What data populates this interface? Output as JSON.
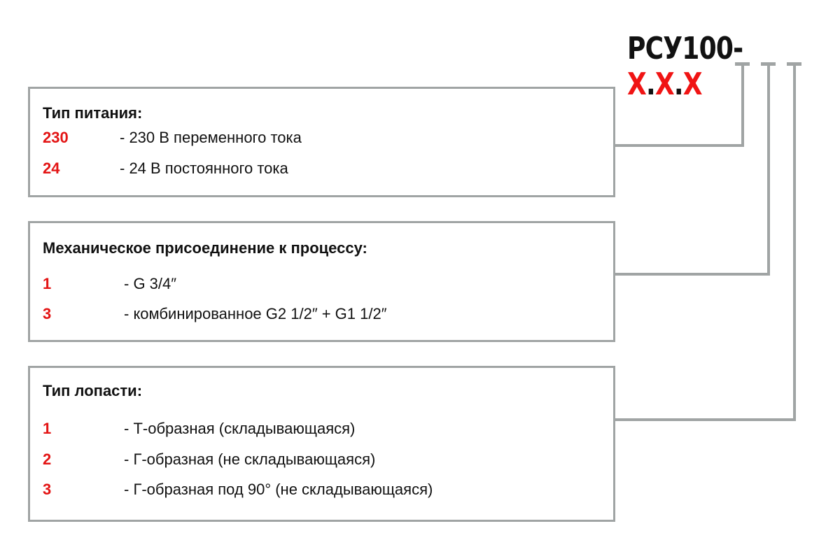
{
  "title": {
    "prefix": "РСУ100-",
    "x1": "X",
    "dot1": ".",
    "x2": "X",
    "dot2": ".",
    "x3": "X"
  },
  "colors": {
    "accent": "#f01414",
    "line": "#a0a4a4"
  },
  "groups": [
    {
      "heading": "Тип питания:",
      "items": [
        {
          "code": "230",
          "desc": "- 230 В переменного тока"
        },
        {
          "code": "24",
          "desc": "- 24 В постоянного тока"
        }
      ]
    },
    {
      "heading": "Механическое присоединение к процессу:",
      "items": [
        {
          "code": "1",
          "desc": "- G 3/4″"
        },
        {
          "code": "3",
          "desc": "- комбинированное G2 1/2″ + G1 1/2″"
        }
      ]
    },
    {
      "heading": "Тип лопасти:",
      "items": [
        {
          "code": "1",
          "desc": "- Т-образная (складывающаяся)"
        },
        {
          "code": "2",
          "desc": "- Г-образная (не складывающаяся)"
        },
        {
          "code": "3",
          "desc": "- Г-образная под 90° (не складывающаяся)"
        }
      ]
    }
  ]
}
